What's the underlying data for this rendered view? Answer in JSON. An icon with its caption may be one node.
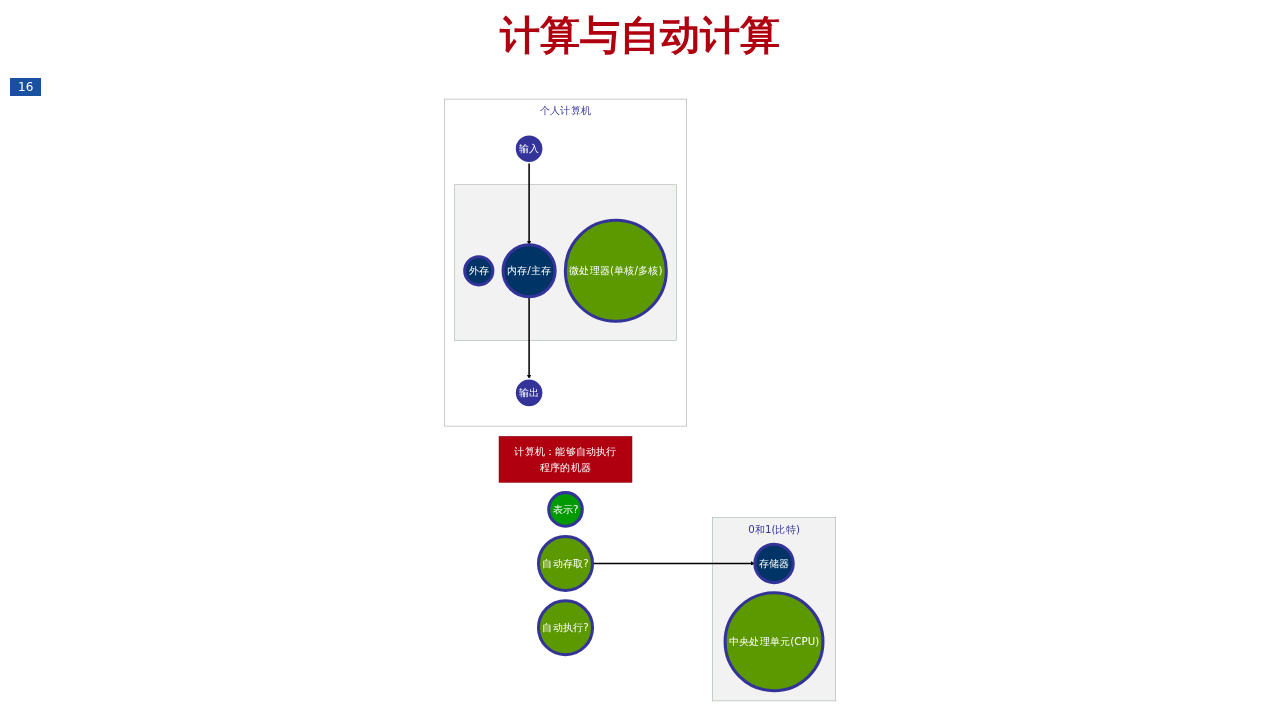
{
  "diagram": {
    "title": "计算与自动计算",
    "nodes": [
      {
        "text": [
          "计算机：能够自动执行程序的机器"
        ]
      },
      {
        "text": [
          "表示?"
        ]
      },
      {
        "text": [
          "自动存取?"
        ]
      },
      {
        "text": [
          "自动执行?"
        ]
      },
      {
        "text": [
          "0和1(比特)"
        ]
      },
      {
        "text": [
          "存储器"
        ],
        "in": 4
      },
      {
        "text": [
          "中央处理单元(CPU)"
        ],
        "in": 4
      },
      {
        "text": [
          "个人计算机"
        ]
      },
      {
        "text": [
          "输入"
        ],
        "in": 7
      },
      {
        "text": [],
        "shape": "box",
        "in": 7
      },
      {
        "text": [
          "外存"
        ],
        "in": 9
      },
      {
        "text": [
          "内存/主存"
        ],
        "in": 9
      },
      {
        "text": [
          "微处理器(单核/多核)"
        ],
        "in": 9
      },
      {
        "text": [
          "输出"
        ],
        "in": 7
      }
    ],
    "edges": [
      {
        "from": 2,
        "to": 5,
        "arrow": "to"
      },
      {
        "from": 8,
        "to": 11,
        "arrow": "to"
      },
      {
        "from": 11,
        "to": 13,
        "arrow": "to"
      }
    ],
    "labels": [
      "16"
    ]
  }
}
